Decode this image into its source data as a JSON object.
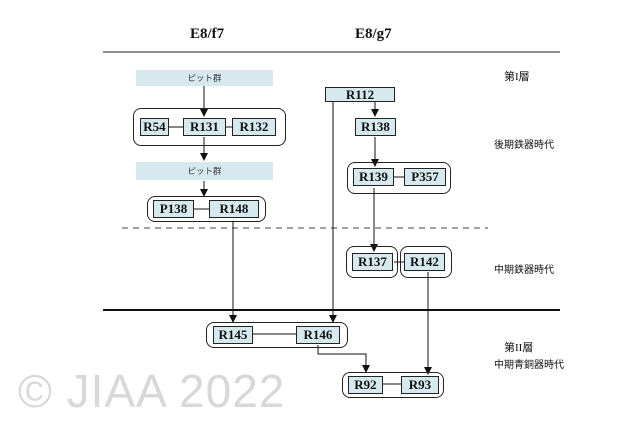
{
  "columns": {
    "left": "E8/f7",
    "right": "E8/g7"
  },
  "side_labels": {
    "layer1": "第I層",
    "late_iron": "後期鉄器時代",
    "mid_iron": "中期鉄器時代",
    "layer2": "第II層",
    "mid_bronze": "中期青銅器時代"
  },
  "pits": {
    "pit1": "ピット群",
    "pit2": "ピット群"
  },
  "features": {
    "R54": "R54",
    "R131": "R131",
    "R132": "R132",
    "P138": "P138",
    "R148": "R148",
    "R112": "R112",
    "R138": "R138",
    "R139": "R139",
    "P357": "P357",
    "R137": "R137",
    "R142": "R142",
    "R145": "R145",
    "R146": "R146",
    "R92": "R92",
    "R93": "R93"
  },
  "watermark": "© JIAA 2022"
}
